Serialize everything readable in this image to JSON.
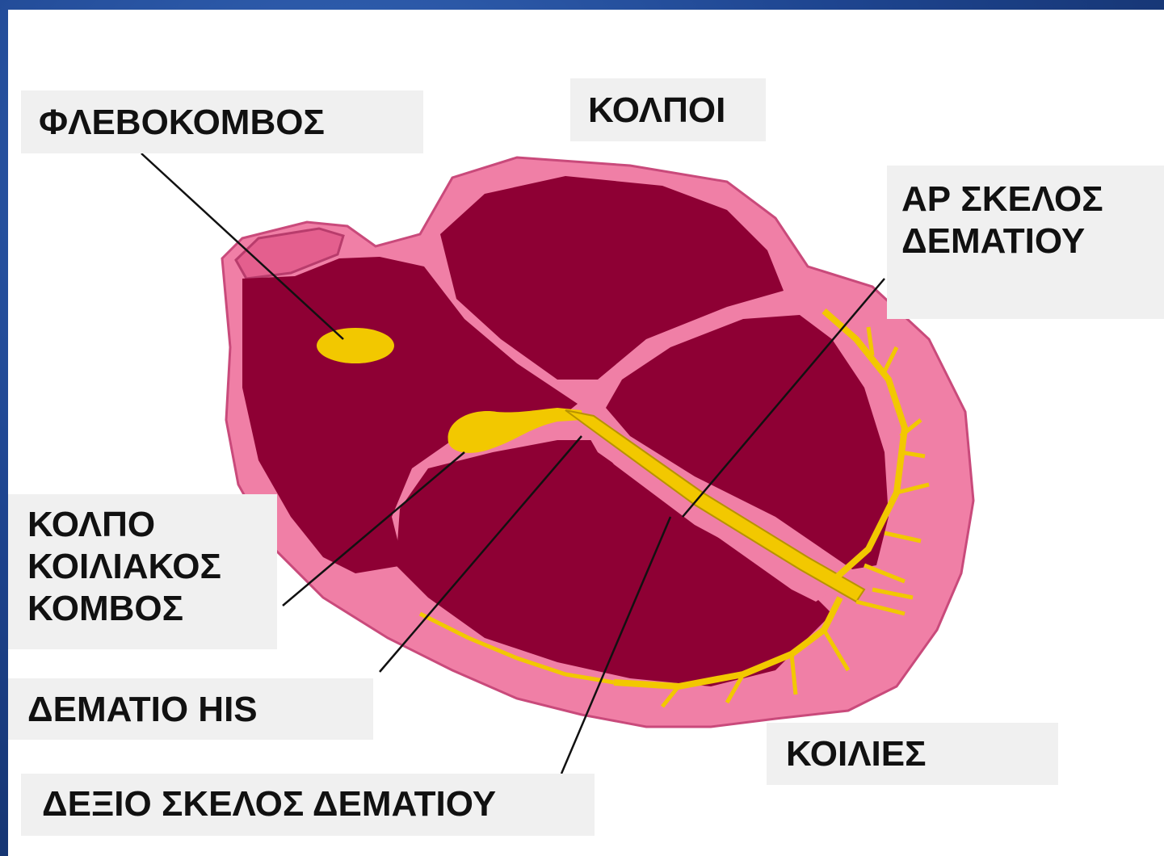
{
  "labels": {
    "sa_node": "ΦΛΕΒΟΚΟΜΒΟΣ",
    "atria": "ΚΟΛΠΟΙ",
    "left_bundle_branch": "ΑΡ ΣΚΕΛΟΣ\nΔΕΜΑΤΙΟΥ",
    "av_node": "ΚΟΛΠΟ\nΚΟΙΛΙΑΚΟΣ\nΚΟΜΒΟΣ",
    "bundle_of_his": "ΔΕΜΑΤΙΟ  HIS",
    "ventricles": "ΚΟΙΛΙΕΣ",
    "right_bundle_branch": "ΔΕΞΙΟ  ΣΚΕΛΟΣ ΔΕΜΑΤΙΟΥ"
  },
  "colors": {
    "tissue": "#f07fa6",
    "chamber": "#8e0034",
    "conduction": "#f2c800",
    "leader_line": "#111111",
    "label_box": "#f0f0f0"
  }
}
